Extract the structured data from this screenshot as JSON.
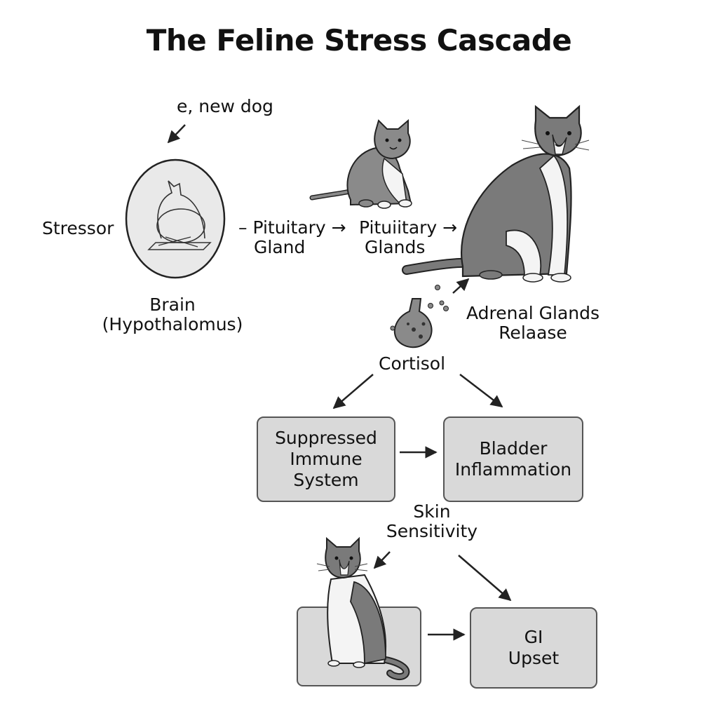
{
  "title": "The Feline Stress Cascade",
  "labels": {
    "example_stressor": "e, new dog",
    "stressor": "Stressor",
    "brain_line1": "Brain",
    "brain_line2": "(Hypothalomus)",
    "pituitary1_line1": "– Pituitary →",
    "pituitary1_line2": "Gland",
    "pituitary2_line1": "Pituiitary →",
    "pituitary2_line2": "Glands",
    "adrenal_line1": "Adrenal Glands",
    "adrenal_line2": "Relaase",
    "cortisol": "Cortisol",
    "skin_line1": "Skin",
    "skin_line2": "Sensitivity"
  },
  "boxes": {
    "immune": "Suppressed\nImmune\nSystem",
    "bladder": "Bladder\nInflammation",
    "gi": "GI\nUpset"
  },
  "colors": {
    "box_fill": "#d9d9d9",
    "box_border": "#555555",
    "cat_gray": "#7a7a7a",
    "line": "#222222"
  }
}
